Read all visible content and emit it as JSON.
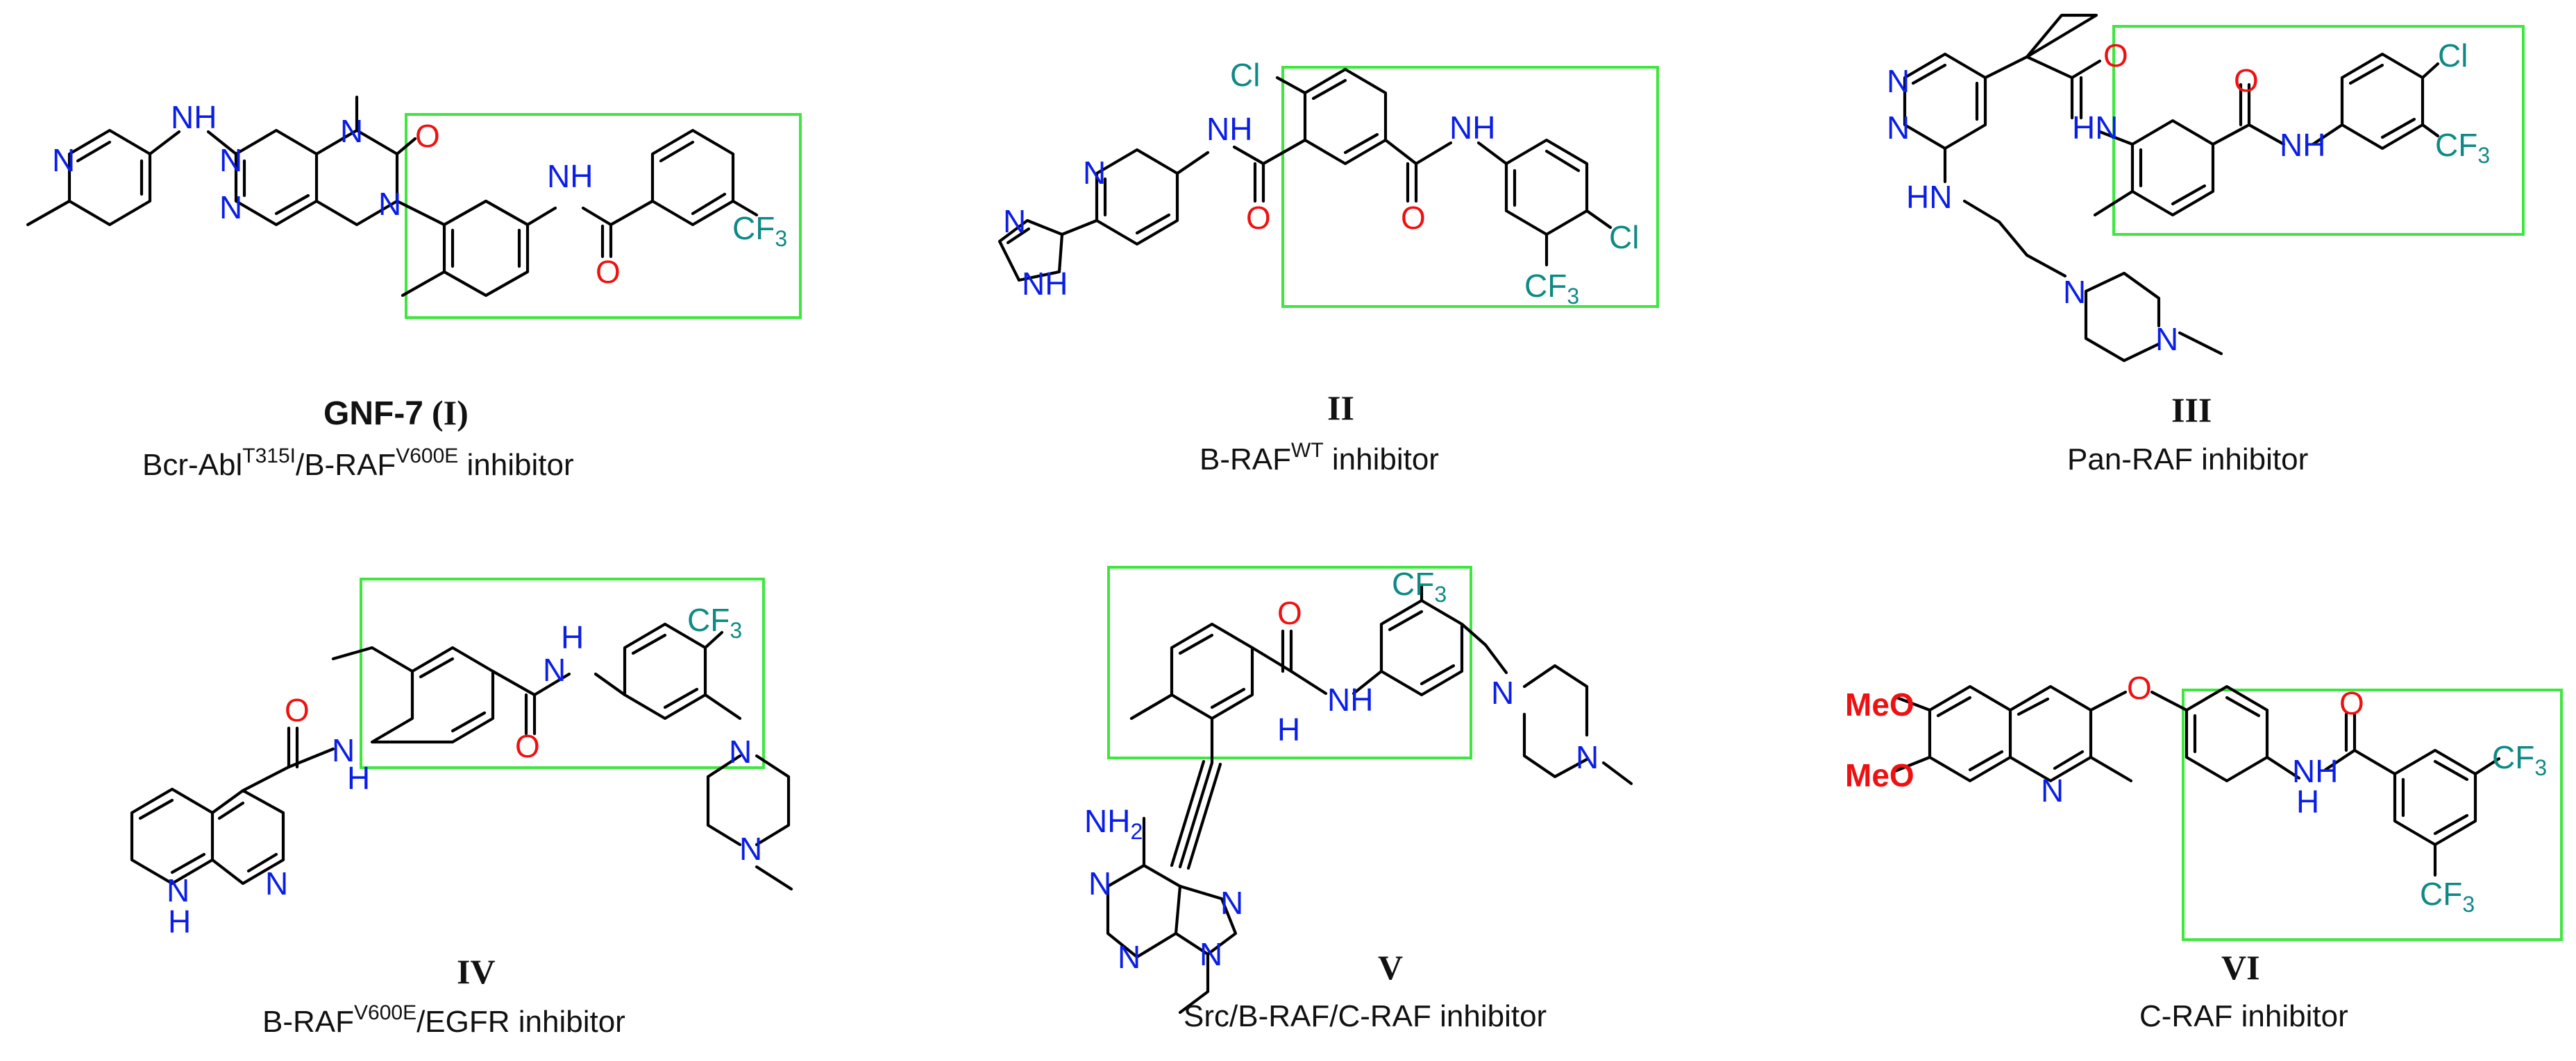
{
  "compounds": [
    {
      "id": "I",
      "name": "GNF-7",
      "caption": {
        "pre": "Bcr-Abl",
        "sup1": "T315I",
        "mid": "/B-RAF",
        "sup2": "V600E",
        "post": " inhibitor"
      }
    },
    {
      "id": "II",
      "caption": {
        "pre": "B-RAF",
        "sup1": "WT",
        "post": " inhibitor"
      }
    },
    {
      "id": "III",
      "caption": {
        "pre": "Pan-RAF inhibitor"
      }
    },
    {
      "id": "IV",
      "caption": {
        "pre": "B-RAF",
        "sup1": "V600E",
        "post": "/EGFR inhibitor"
      }
    },
    {
      "id": "V",
      "caption": {
        "pre": "Src/B-RAF/C-RAF inhibitor"
      }
    },
    {
      "id": "VI",
      "caption": {
        "pre": "C-RAF inhibitor"
      }
    }
  ],
  "atoms": {
    "N": "N",
    "NH": "NH",
    "HN": "HN",
    "H": "H",
    "O": "O",
    "Cl": "Cl",
    "CF": "CF",
    "three": "3",
    "NH2": "NH",
    "two": "2",
    "MeO": "MeO"
  },
  "colors": {
    "nitrogen": "#0a1ee6",
    "oxygen": "#ee1111",
    "cf3": "#0e8a86",
    "box": "#3ee63e"
  }
}
